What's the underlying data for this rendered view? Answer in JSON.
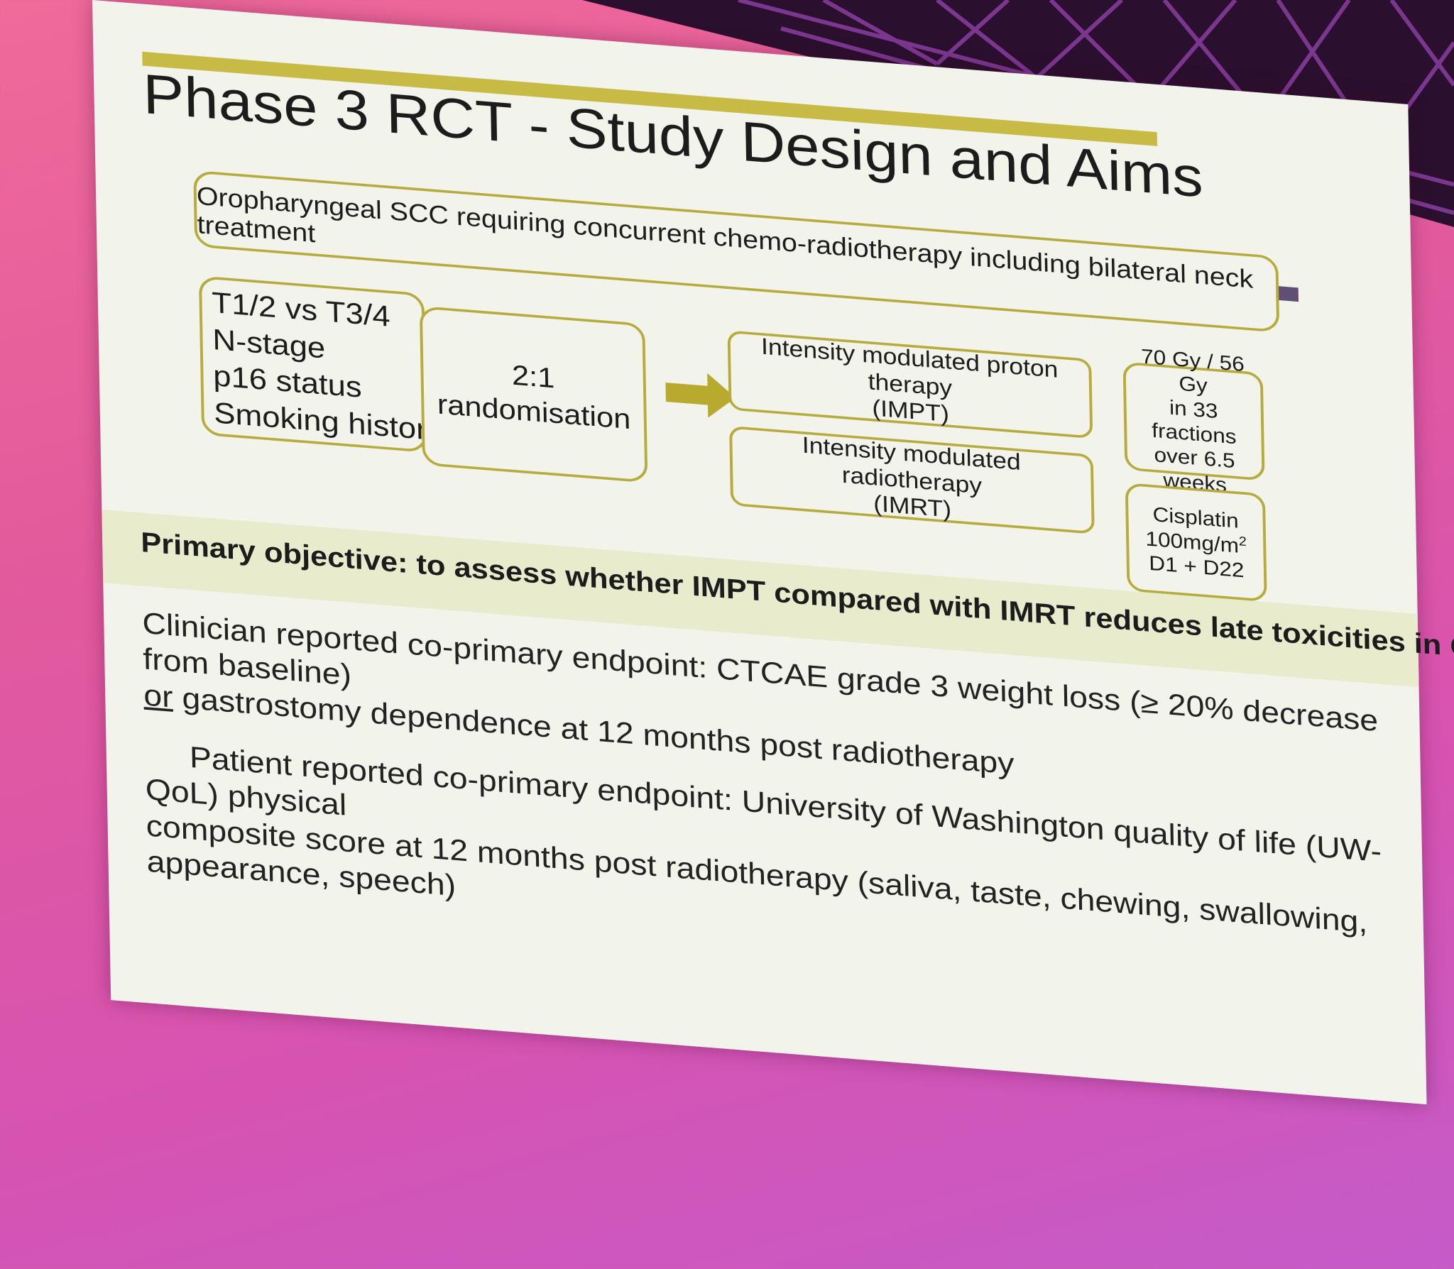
{
  "slide": {
    "title": "Phase 3 RCT - Study Design and Aims",
    "population": "Oropharyngeal SCC requiring concurrent chemo-radiotherapy including bilateral neck treatment",
    "stratification": [
      "T1/2 vs T3/4",
      "N-stage",
      "p16 status",
      "Smoking history"
    ],
    "randomisation": {
      "ratio": "2:1",
      "label": "randomisation"
    },
    "arms": [
      {
        "name": "Intensity modulated proton therapy",
        "abbr": "(IMPT)"
      },
      {
        "name": "Intensity modulated radiotherapy",
        "abbr": "(IMRT)"
      }
    ],
    "dose": [
      "70 Gy / 56 Gy",
      "in 33 fractions",
      "over 6.5 weeks"
    ],
    "chemo": {
      "drug": "Cisplatin",
      "dose": "100mg/m",
      "dose_sup": "2",
      "schedule": "D1 + D22"
    },
    "primary_objective": "Primary objective: to assess whether IMPT compared with IMRT reduces late toxicities in OPSCC",
    "endpoint_clinician": {
      "line1": "Clinician reported co-primary endpoint: CTCAE grade 3 weight loss (≥ 20% decrease from baseline)",
      "line2_underlined": "or",
      "line2_rest": " gastrostomy dependence at 12 months post radiotherapy"
    },
    "endpoint_patient": {
      "line1": "Patient reported co-primary endpoint: University of Washington quality of life (UW-QoL) physical",
      "line2": "composite score at 12 months post radiotherapy (saliva, taste, chewing, swallowing, appearance, speech)"
    },
    "colors": {
      "accent_gold": "#c8bb45",
      "accent_purple": "#5e4f73",
      "background": "#f2f4ec",
      "stage": "#e35a9c"
    }
  }
}
